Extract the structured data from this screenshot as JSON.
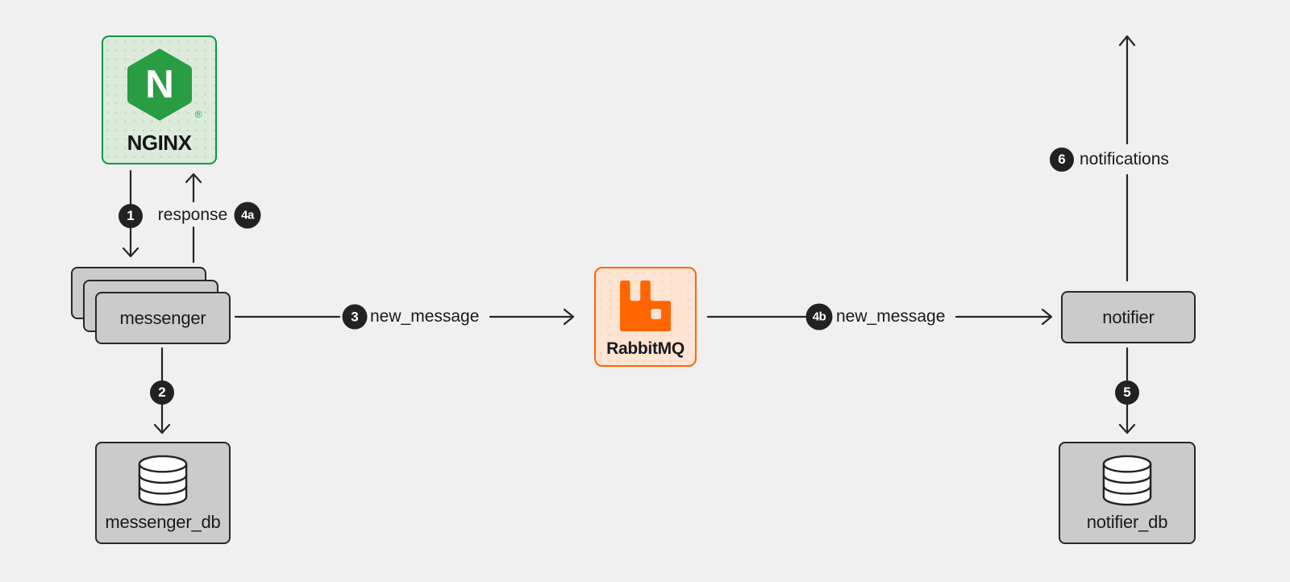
{
  "diagram": {
    "nodes": {
      "nginx": {
        "label": "NGINX",
        "trademark": "®"
      },
      "messenger": {
        "label": "messenger"
      },
      "rabbitmq": {
        "label": "RabbitMQ"
      },
      "notifier": {
        "label": "notifier"
      },
      "messenger_db": {
        "label": "messenger_db"
      },
      "notifier_db": {
        "label": "notifier_db"
      }
    },
    "steps": {
      "s1": {
        "badge": "1"
      },
      "s2": {
        "badge": "2"
      },
      "s3": {
        "badge": "3",
        "label": "new_message"
      },
      "s4a": {
        "badge": "4a",
        "label": "response"
      },
      "s4b": {
        "badge": "4b",
        "label": "new_message"
      },
      "s5": {
        "badge": "5"
      },
      "s6": {
        "badge": "6",
        "label": "notifications"
      }
    },
    "colors": {
      "canvas_bg": "#f0f0f1",
      "nginx_green": "#049b3f",
      "nginx_box_bg": "#dcebdc",
      "rabbitmq_orange": "#ff6600",
      "rabbitmq_box_bg": "#fde4d3",
      "node_gray": "#cbcbcb",
      "node_border": "#282828",
      "edge_stroke": "#262626",
      "badge_bg": "#222222",
      "badge_text": "#ffffff"
    }
  }
}
